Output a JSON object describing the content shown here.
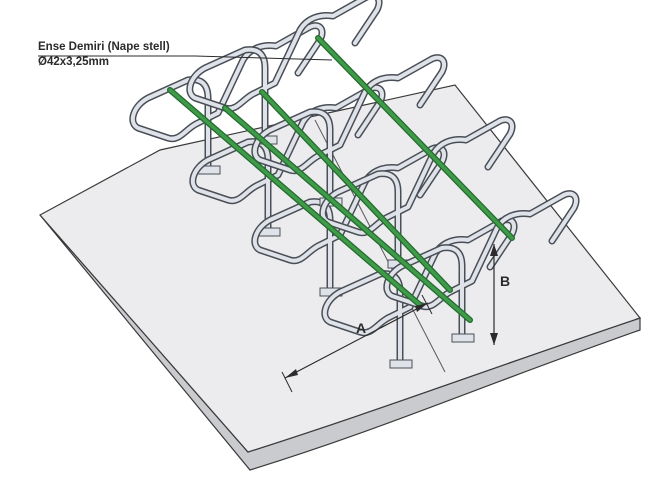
{
  "callout": {
    "line1": "Ense Demiri (Nape stell)",
    "line2": "Ø42x3,25mm"
  },
  "dimensions": {
    "a_label": "A",
    "b_label": "B"
  },
  "colors": {
    "rail_green": "#3f9a4a",
    "rail_green_dark": "#236b2d",
    "frame_fill": "#dfe3e9",
    "frame_edge": "#4a4f57",
    "base_top": "#ececee",
    "base_edge": "#3a3a3a"
  }
}
